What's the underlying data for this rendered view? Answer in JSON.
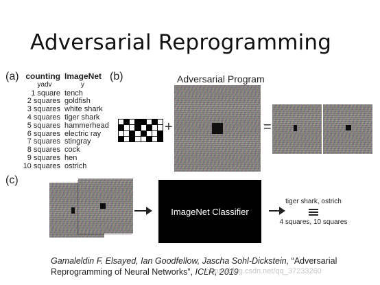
{
  "slide": {
    "title": "Adversarial Reprogramming"
  },
  "panels": {
    "a": "(a)",
    "b": "(b)",
    "c": "(c)"
  },
  "table": {
    "headers": {
      "counting": "counting",
      "imagenet": "ImageNet"
    },
    "subheaders": {
      "counting": "yadv",
      "imagenet": "y"
    },
    "rows": [
      {
        "counting": "1 square",
        "imagenet": "tench"
      },
      {
        "counting": "2 squares",
        "imagenet": "goldfish"
      },
      {
        "counting": "3 squares",
        "imagenet": "white shark"
      },
      {
        "counting": "4 squares",
        "imagenet": "tiger shark"
      },
      {
        "counting": "5 squares",
        "imagenet": "hammerhead"
      },
      {
        "counting": "6 squares",
        "imagenet": "electric ray"
      },
      {
        "counting": "7 squares",
        "imagenet": "stingray"
      },
      {
        "counting": "8 squares",
        "imagenet": "cock"
      },
      {
        "counting": "9 squares",
        "imagenet": "hen"
      },
      {
        "counting": "10 squares",
        "imagenet": "ostrich"
      }
    ]
  },
  "program": {
    "title": "Adversarial Program"
  },
  "operators": {
    "plus": "+",
    "equals": "="
  },
  "classifier": {
    "label": "ImageNet Classifier"
  },
  "output": {
    "classes": "tiger shark, ostrich",
    "counts": "4 squares, 10 squares"
  },
  "citation": {
    "authors": "Gamaleldin F. Elsayed, Ian Goodfellow, Jascha Sohl-Dickstein,",
    "title": "“Adversarial Reprogramming of Neural Networks”,",
    "venue": "ICLR, 2019"
  },
  "watermark": "https://blog.csdn.net/qq_37233260",
  "colors": {
    "classifier_bg": "#000000",
    "text": "#1a1a1a"
  }
}
